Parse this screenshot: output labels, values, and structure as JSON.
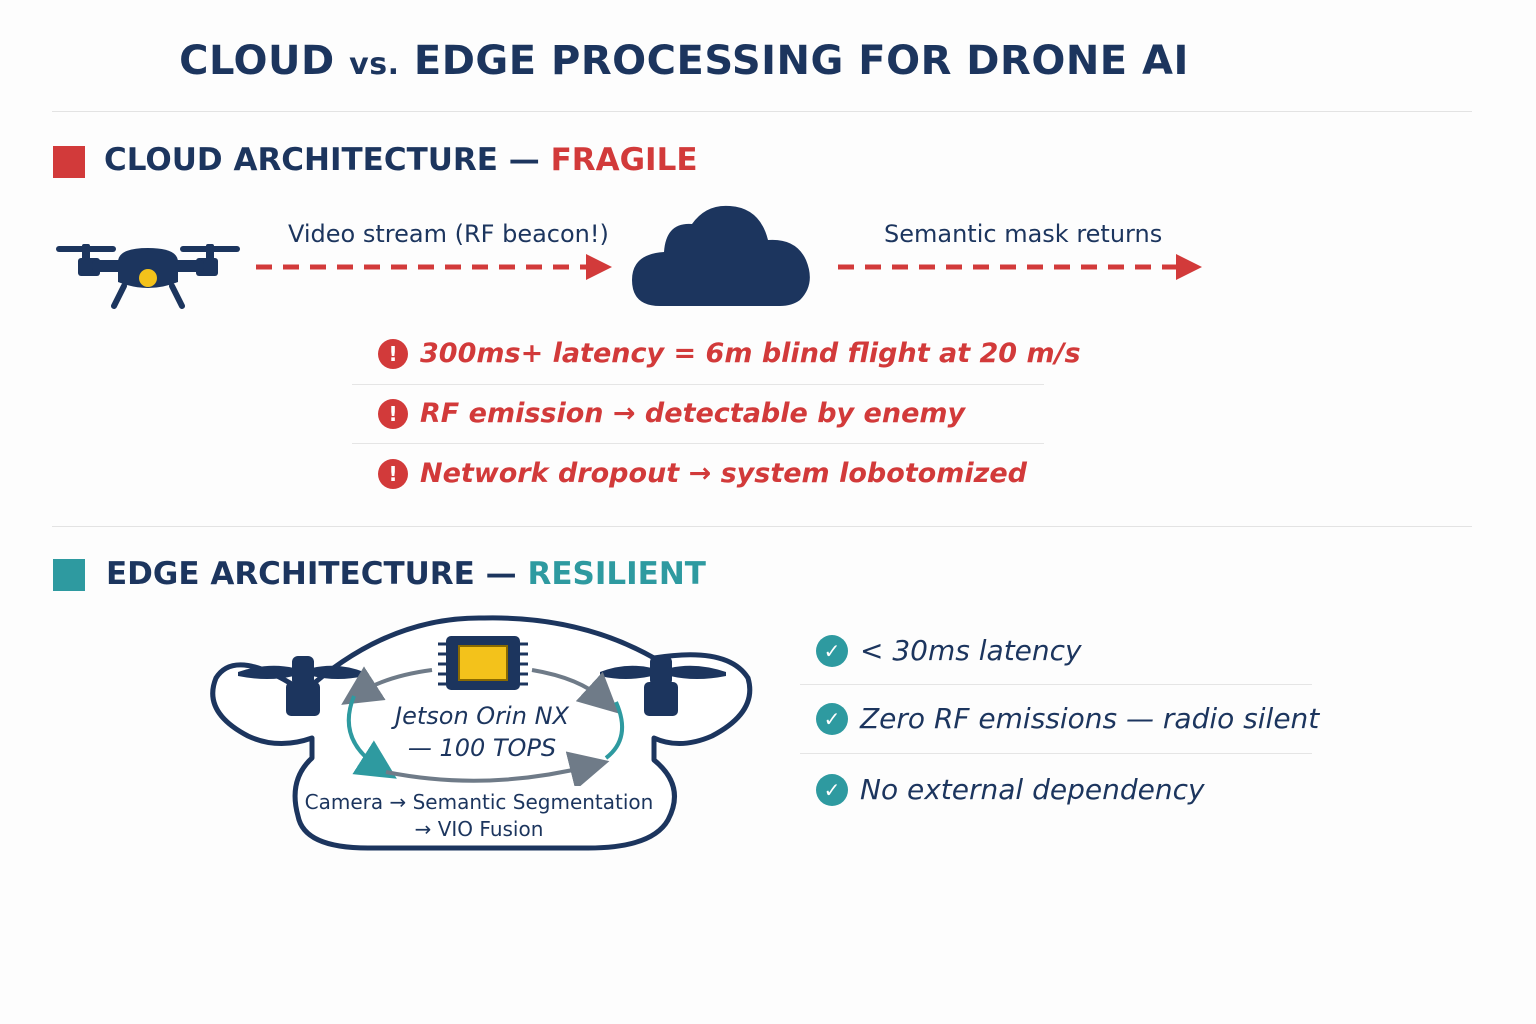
{
  "title": {
    "part1": "CLOUD",
    "vs": "vs.",
    "part2": "EDGE PROCESSING FOR DRONE AI"
  },
  "colors": {
    "navy": "#1c355e",
    "red": "#d23a3a",
    "teal": "#2e9aa0",
    "chip": "#f3c21b"
  },
  "cloud_section": {
    "heading": "CLOUD ARCHITECTURE —",
    "status": "FRAGILE",
    "uplink_label": "Video stream (RF beacon!)",
    "downlink_label": "Semantic mask returns",
    "icons": [
      "drone-icon",
      "cloud-icon"
    ],
    "warnings": [
      "300ms+ latency = 6m blind flight at 20 m/s",
      "RF emission → detectable by enemy",
      "Network dropout → system lobotomized"
    ],
    "warning_glyph": "!"
  },
  "edge_section": {
    "heading": "EDGE ARCHITECTURE —",
    "status": "RESILIENT",
    "processor_line1": "Jetson Orin NX",
    "processor_line2": "— 100 TOPS",
    "pipeline_line1": "Camera → Semantic Segmentation",
    "pipeline_line2": "→ VIO Fusion",
    "icons": [
      "drone-body-icon",
      "processor-chip-icon",
      "cycle-arrows-icon"
    ],
    "benefits": [
      "< 30ms latency",
      "Zero RF emissions — radio silent",
      "No external dependency"
    ],
    "check_glyph": "✓"
  }
}
